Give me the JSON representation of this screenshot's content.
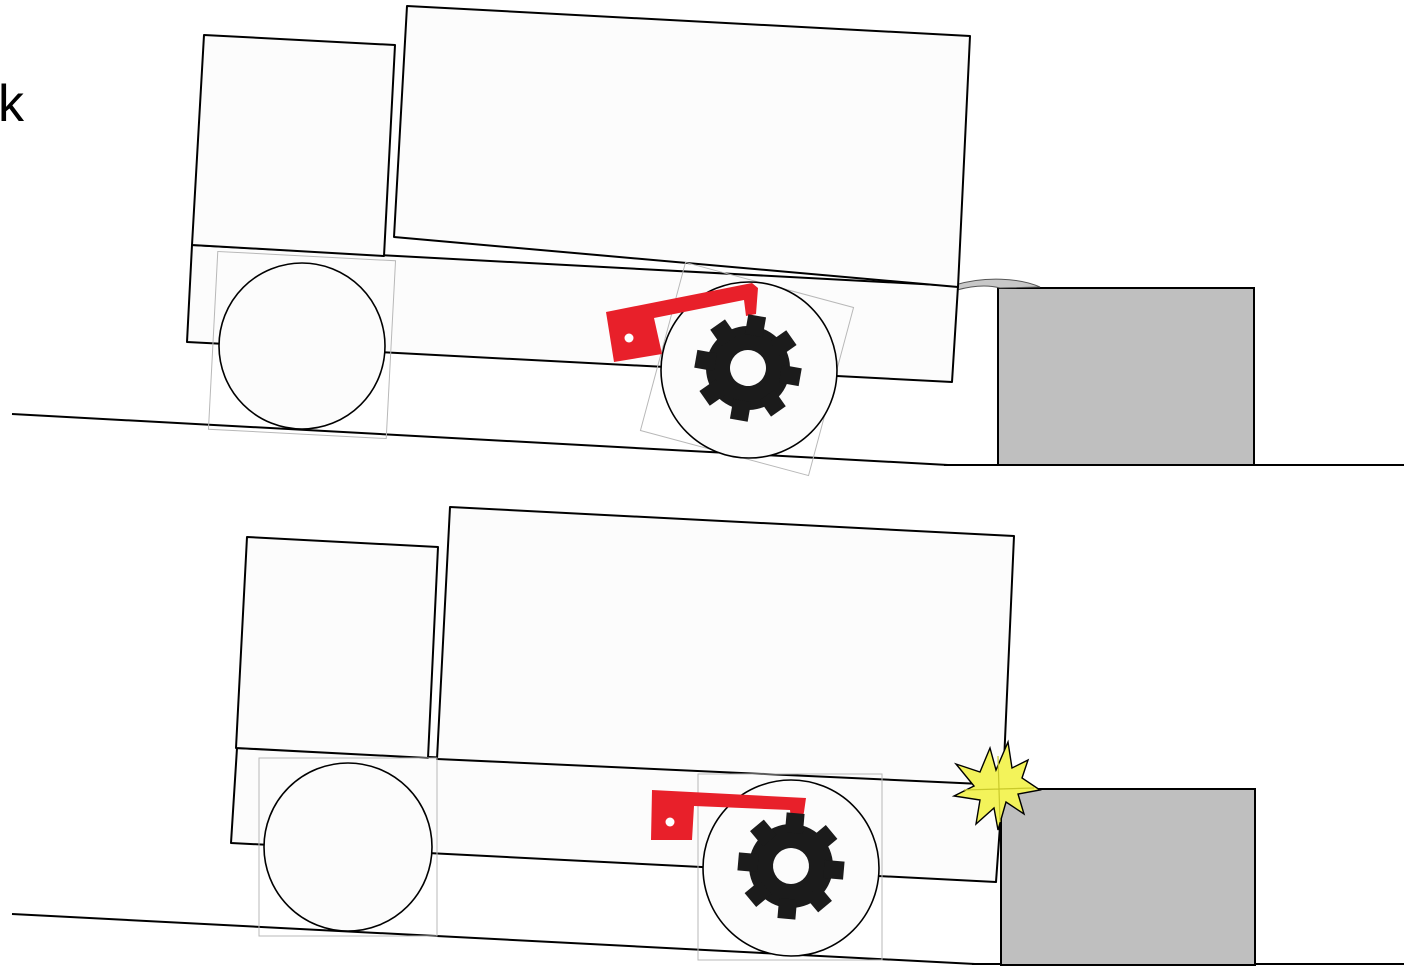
{
  "fragment_text": "k",
  "colors": {
    "arm": "#e8202a",
    "obstacle": "#bfbfbf",
    "gear": "#1b1b1b",
    "spark": "#f3f35a"
  },
  "icons": [
    "gear-icon",
    "impact-burst-icon"
  ],
  "panels": [
    {
      "name": "before-impact",
      "arm_state": "lowered",
      "impact": false
    },
    {
      "name": "at-impact",
      "arm_state": "raised",
      "impact": true
    }
  ]
}
